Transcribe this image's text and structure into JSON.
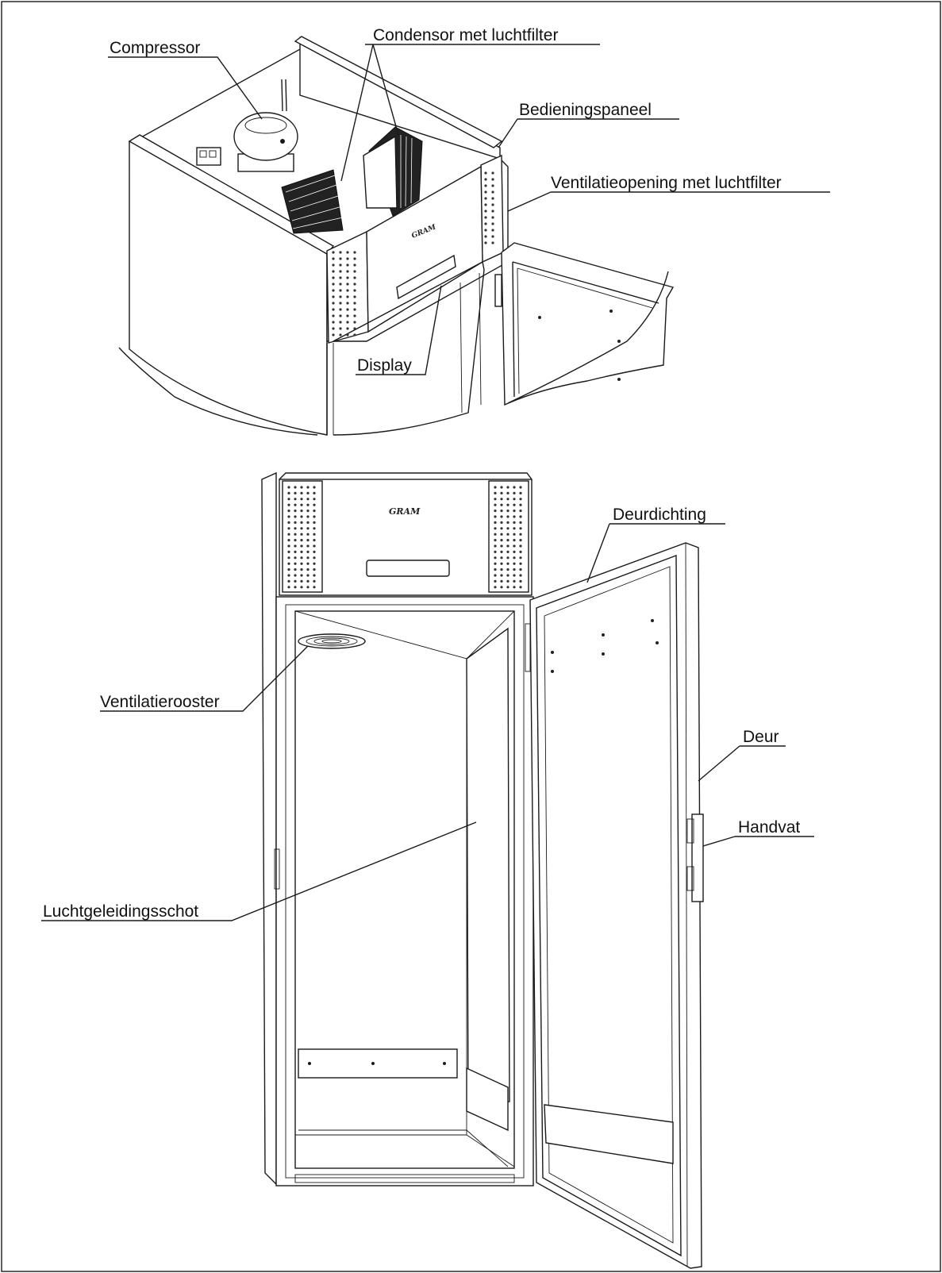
{
  "labels": {
    "compressor": "Compressor",
    "condensor": "Condensor met luchtfilter",
    "bedieningspaneel": "Bedieningspaneel",
    "ventilatieopening": "Ventilatieopening met luchtfilter",
    "display": "Display",
    "deurdichting": "Deurdichting",
    "ventilatierooster": "Ventilatierooster",
    "deur": "Deur",
    "handvat": "Handvat",
    "luchtgeleidingsschot": "Luchtgeleidingsschot"
  },
  "brand": "GRAM"
}
